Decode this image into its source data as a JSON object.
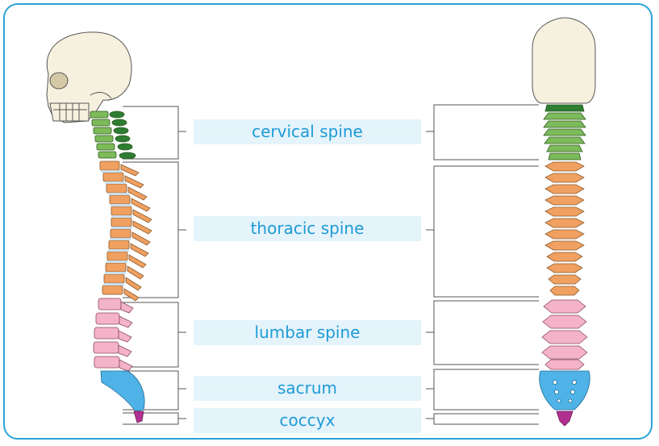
{
  "diagram": {
    "labels": {
      "cervical": "cervical spine",
      "thoracic": "thoracic spine",
      "lumbar": "lumbar spine",
      "sacrum": "sacrum",
      "coccyx": "coccyx"
    },
    "colors": {
      "frame": "#29a3d9",
      "label_text": "#1d9bd6",
      "label_bg": "#e5f3fb",
      "cervical": "#7cba5a",
      "cervical_dark": "#2e7d32",
      "thoracic": "#f0a060",
      "lumbar": "#f4b3c8",
      "sacrum": "#4fb3e8",
      "coccyx": "#b03090",
      "bone": "#f6f1de"
    }
  }
}
